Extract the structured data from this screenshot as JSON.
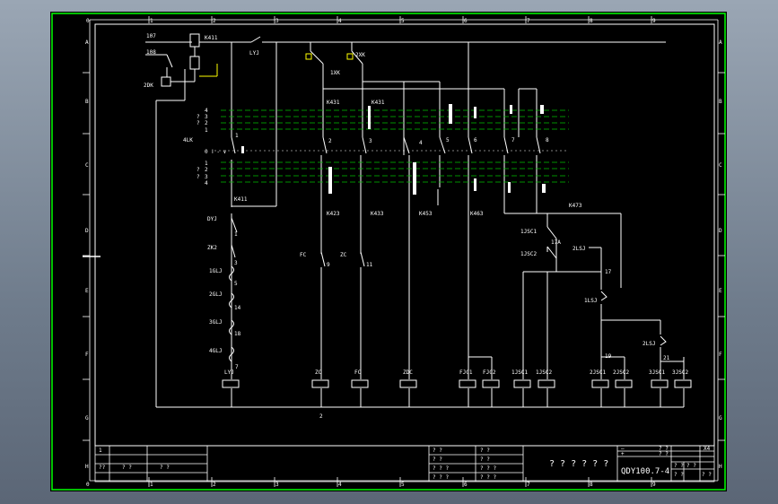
{
  "colors": {
    "bg": "#000000",
    "line": "#ffffff",
    "border": "#00ff00",
    "contact": "#00c000",
    "yellow": "#ffff00"
  },
  "grid": {
    "cols": [
      "0",
      "1",
      "2",
      "3",
      "4",
      "5",
      "6",
      "7",
      "8",
      "9"
    ],
    "rows": [
      "A",
      "B",
      "C",
      "D",
      "E",
      "F",
      "G",
      "H"
    ]
  },
  "labels": {
    "w107": "107",
    "w108": "108",
    "dk2": "2DK",
    "k411_top": "K411",
    "lyj_top": "LYJ",
    "xk1": "1XK",
    "xk2": "2XK",
    "lk4": "4LK",
    "k431a": "K431",
    "k431b": "K431",
    "zero": "0",
    "sw": "Ⅰ - ∨",
    "n4a": "4",
    "n3a": "3",
    "n2a": "2",
    "n1a": "1",
    "n1b": "1",
    "n2b": "2",
    "n3b": "3",
    "n4b": "4",
    "q3a": "?",
    "q2a": "?",
    "q2b": "?",
    "q3b": "?",
    "c1": "1",
    "c2": "2",
    "c3": "3",
    "c4": "4",
    "c5": "5",
    "c6": "6",
    "c7": "7",
    "c8": "8",
    "k411_mid": "K411",
    "k423": "K423",
    "k433": "K433",
    "k453": "K453",
    "k463": "K463",
    "k473": "K473",
    "dyj": "DYJ",
    "zk2": "ZK2",
    "gj1": "1GLJ",
    "gj2": "2GLJ",
    "gj3": "3GLJ",
    "gj4": "4GLJ",
    "w1": "1",
    "w3": "3",
    "w5": "5",
    "w14": "14",
    "w18": "18",
    "w7": "7",
    "fc_a": "FC",
    "zc_a": "ZC",
    "w9": "9",
    "w11": "11",
    "jsc1": "1JSC1",
    "jsc2": "1JSC2",
    "w17a": "17A",
    "lsj2a": "2LSJ",
    "w17": "17",
    "lsj1": "1LSJ",
    "lsj2b": "2LSJ",
    "w19": "19",
    "w21": "21",
    "w2": "2",
    "coils": [
      "LYJ",
      "ZC",
      "FC",
      "ZDC",
      "FJC1",
      "FJC2",
      "1JSC1",
      "1JSC2",
      "2JSC1",
      "2JSC2",
      "3JSC1",
      "3JSC2"
    ],
    "tb_1": "1",
    "tb_q1": "??",
    "tb_q2": "? ?",
    "tb_q3": "? ?",
    "tb_title": "? ? ? ? ? ?",
    "tb_code": "QDY100.7-4",
    "tb_minus": "—",
    "tb_plus": "+",
    "tb_x": "X4",
    "tb_s1": "? ?",
    "tb_s2": "? ?",
    "tb_s3": "? ?",
    "tb_s4": "? ?",
    "tb_s5": "? ?",
    "tb_s6": "? ?",
    "tb_s7": "? ?",
    "tb_s8": "? ?",
    "tb_r1": "?  ?",
    "tb_r2": "?  ?",
    "tb_r3": "? ?  ?",
    "tb_r4": "? ?  ?",
    "tb_r5": "?  ?",
    "tb_r6": "?  ?",
    "tb_r7": "? ?  ?",
    "tb_r8": "? ?  ?"
  }
}
